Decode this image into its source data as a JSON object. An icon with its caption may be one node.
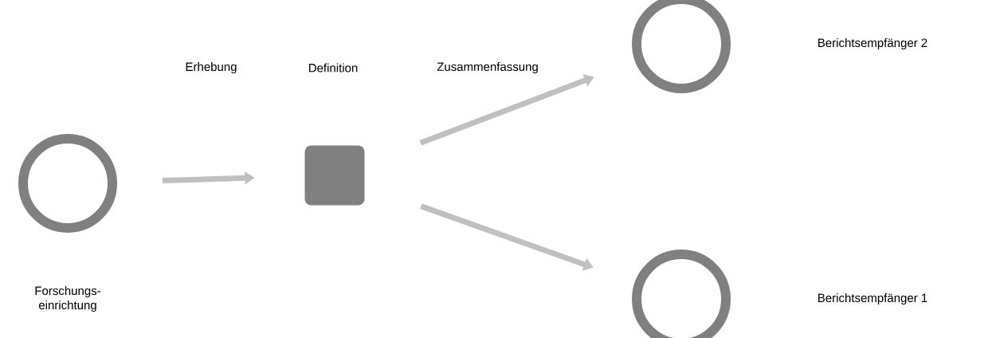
{
  "diagram": {
    "nodes": [
      {
        "text": [
          "Forschungs- einrichtung"
        ]
      },
      {
        "text": [],
        "shape": "box"
      },
      {
        "text": [],
        "shape": "circle"
      },
      {
        "text": [],
        "shape": "circle"
      }
    ],
    "edges": [
      {
        "from": 0,
        "to": 1,
        "arrow": "to"
      },
      {
        "from": 1,
        "to": 2,
        "arrow": "to"
      },
      {
        "from": 1,
        "to": 3,
        "arrow": "to"
      }
    ],
    "labels": [
      "Erhebung",
      "Definition",
      "Zusammenfassung",
      "Berichtsempfänger 2",
      "Berichtsempfänger 1"
    ]
  }
}
